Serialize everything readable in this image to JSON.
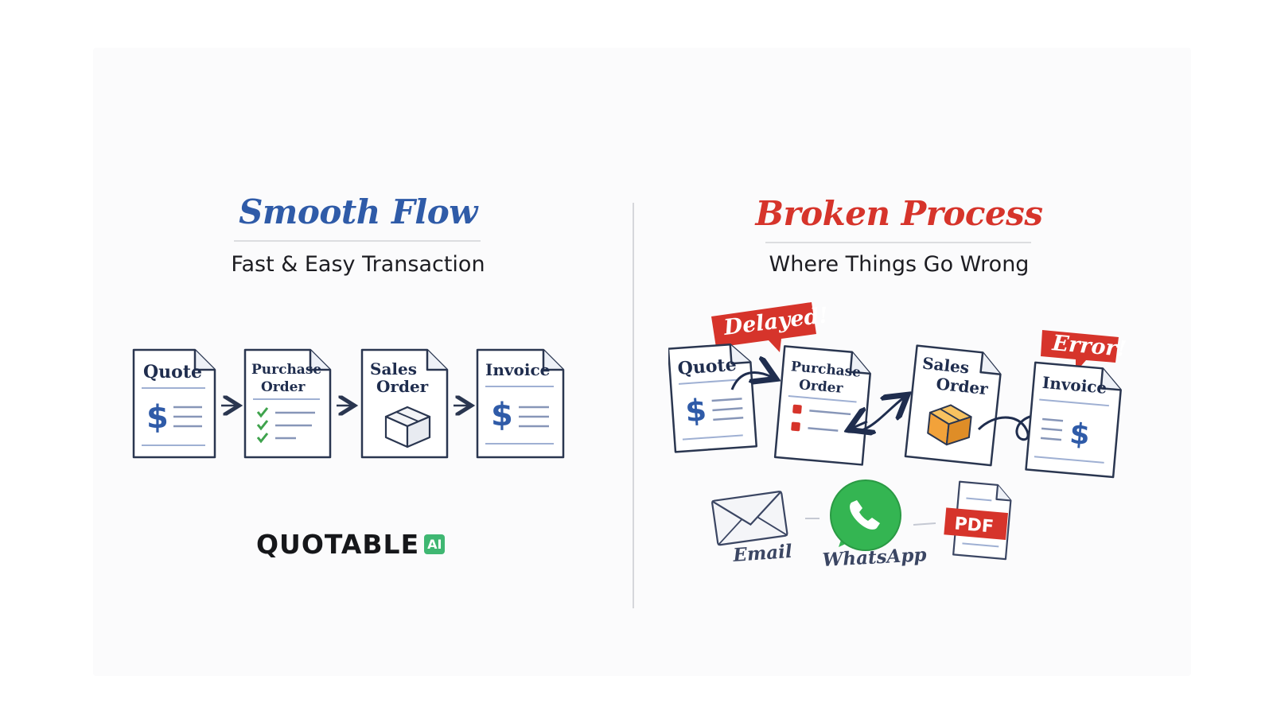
{
  "smooth_flow": {
    "title": "Smooth Flow",
    "subtitle": "Fast & Easy Transaction",
    "steps": [
      "Quote",
      "Purchase",
      "Order",
      "Sales",
      "Order",
      "Invoice"
    ],
    "brand": {
      "name": "QUOTABLE",
      "badge": "AI"
    }
  },
  "broken_process": {
    "title": "Broken Process",
    "subtitle": "Where Things Go Wrong",
    "steps": [
      "Quote",
      "Purchase",
      "Order",
      "Sales",
      "Order",
      "Invoice"
    ],
    "callouts": {
      "delayed": "Delayed!",
      "error": "Error!"
    },
    "channels": {
      "email": "Email",
      "whatsapp": "WhatsApp",
      "pdf": "PDF"
    }
  },
  "colors": {
    "blue_accent": "#2f5ba8",
    "red_accent": "#d6342b",
    "green_check": "#3fa34d",
    "whatsapp_green": "#34b552",
    "box_orange": "#f2a23a"
  }
}
